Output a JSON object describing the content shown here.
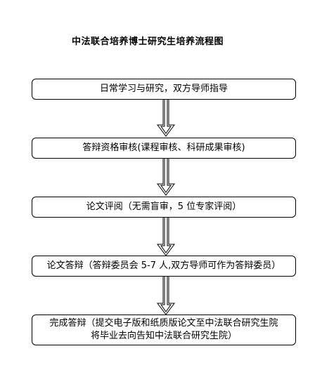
{
  "title": "中法联合培养博士研究生培养流程图",
  "steps": [
    {
      "text": "日常学习与研究，双方导师指导"
    },
    {
      "text": "答辩资格审核(课程审核、科研成果审核)"
    },
    {
      "text": "论文评阅（无需盲审，5 位专家评阅）"
    },
    {
      "text": "论文答辩（答辩委员会 5-7 人,双方导师可作为答辩委员）"
    },
    {
      "text": "完成答辩（提交电子版和纸质版论文至中法联合研究生院",
      "text2": "将毕业去向告知中法联合研究生院）"
    }
  ],
  "arrows": [
    {
      "name": "arrow-1-to-2"
    },
    {
      "name": "arrow-2-to-3"
    },
    {
      "name": "arrow-3-to-4"
    },
    {
      "name": "arrow-4-to-5"
    }
  ]
}
